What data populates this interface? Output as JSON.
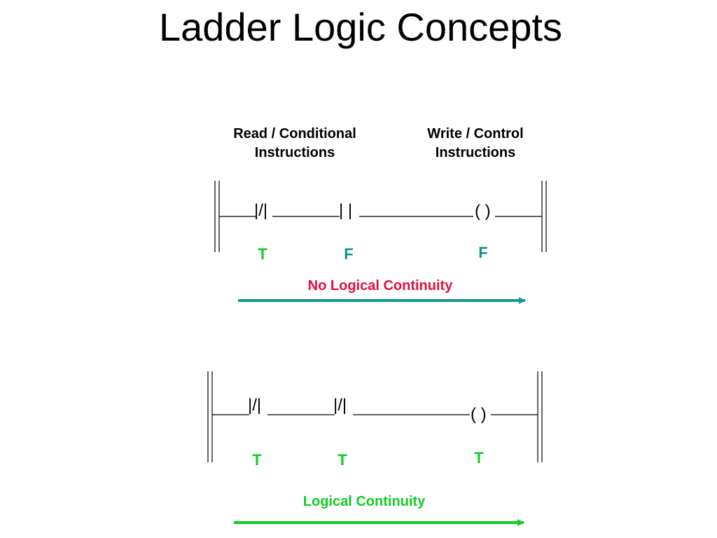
{
  "title": "Ladder Logic Concepts",
  "headers": {
    "read": [
      "Read / Conditional",
      "Instructions"
    ],
    "write": [
      "Write / Control",
      "Instructions"
    ]
  },
  "colors": {
    "true": "#11cc22",
    "false": "#0d9488",
    "no_continuity_text": "#e0103a",
    "no_continuity_arrow": "#119999",
    "continuity": "#11cc22"
  },
  "rung1": {
    "contact1_symbol": "|/|",
    "contact2_symbol": "| |",
    "coil_symbol": "( )",
    "contact1_state": "T",
    "contact2_state": "F",
    "coil_state": "F",
    "caption": "No Logical Continuity"
  },
  "rung2": {
    "contact1_symbol": "|/|",
    "contact2_symbol": "|/|",
    "coil_symbol": "( )",
    "contact1_state": "T",
    "contact2_state": "T",
    "coil_state": "T",
    "caption": "Logical Continuity"
  }
}
